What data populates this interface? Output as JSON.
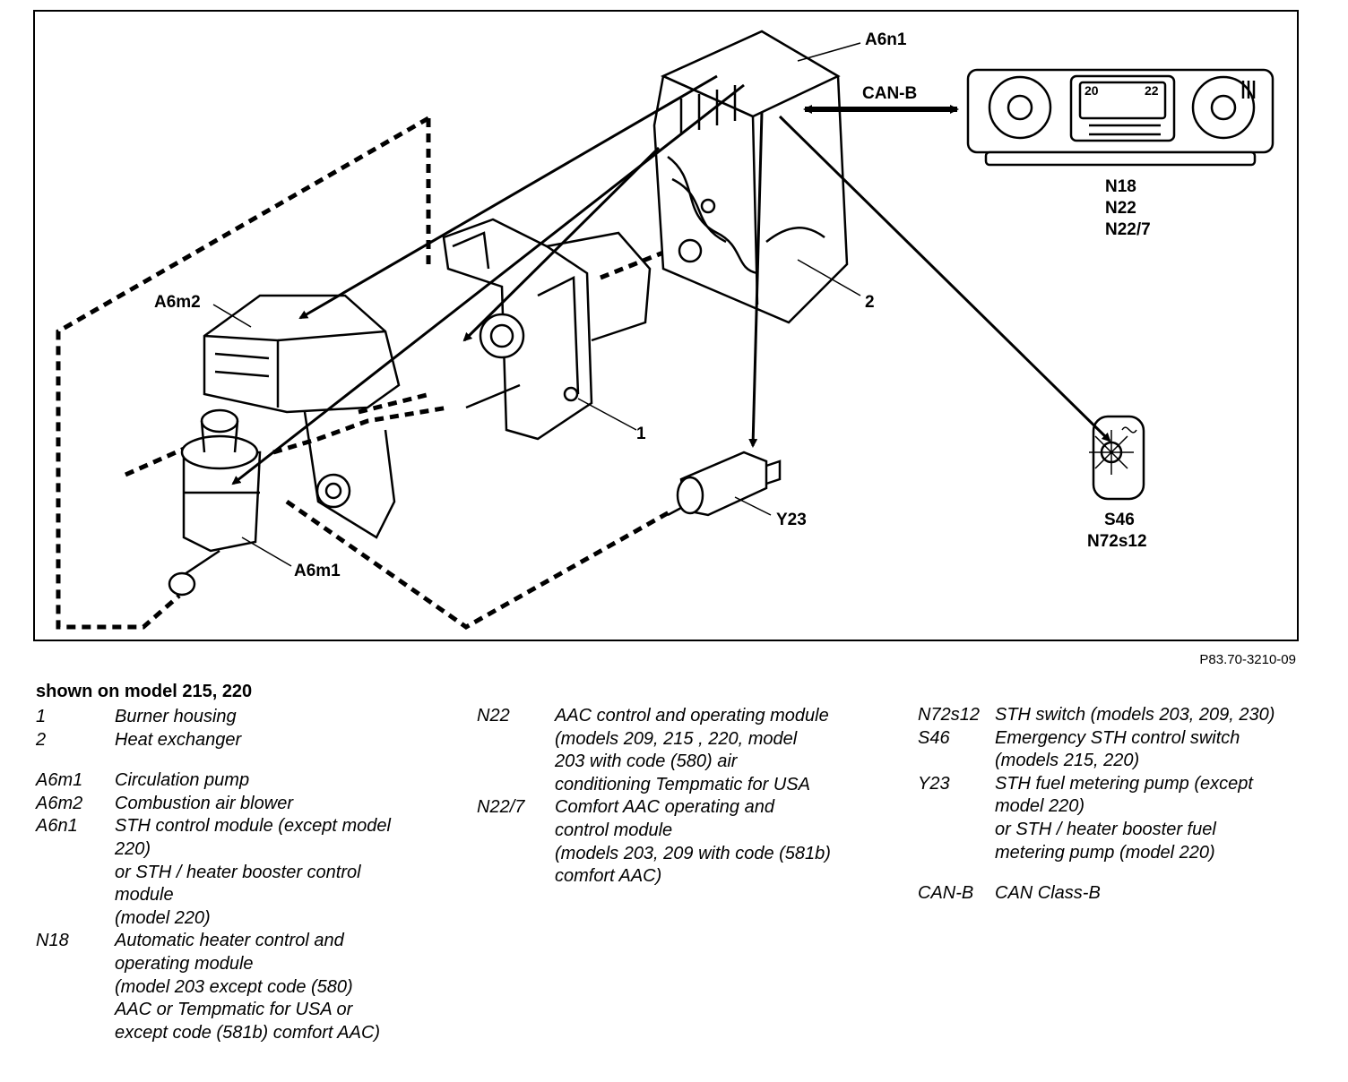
{
  "diagram": {
    "labels": {
      "a6n1": "A6n1",
      "canb": "CAN-B",
      "a6m2": "A6m2",
      "a6m1": "A6m1",
      "n1": "1",
      "n2": "2",
      "y23": "Y23",
      "n18": "N18",
      "n22": "N22",
      "n22_7": "N22/7",
      "s46": "S46",
      "n72s12": "N72s12"
    },
    "panel": {
      "temp_left": "20",
      "temp_right": "22"
    }
  },
  "figure_id": "P83.70-3210-09",
  "caption": "shown on model 215, 220",
  "legend": {
    "col1": [
      {
        "code": "1",
        "desc": "Burner housing"
      },
      {
        "code": "2",
        "desc": "Heat exchanger"
      },
      {
        "code": "A6m1",
        "desc": "Circulation pump"
      },
      {
        "code": "A6m2",
        "desc": "Combustion air blower"
      },
      {
        "code": "A6n1",
        "desc": "STH control module (except model\n220)\nor STH / heater booster control\nmodule\n(model 220)"
      },
      {
        "code": "N18",
        "desc": "Automatic heater control and\noperating module\n(model 203 except code (580)\nAAC or Tempmatic for USA or\nexcept code (581b) comfort AAC)"
      }
    ],
    "col2": [
      {
        "code": "N22",
        "desc": "AAC control and operating module\n(models 209, 215 , 220, model\n203 with code (580) air\nconditioning Tempmatic for USA"
      },
      {
        "code": "N22/7",
        "desc": "Comfort AAC operating and\ncontrol module\n(models 203, 209 with code (581b)\ncomfort AAC)"
      }
    ],
    "col3": [
      {
        "code": "N72s12",
        "desc": "STH switch (models 203, 209, 230)"
      },
      {
        "code": "S46",
        "desc": "Emergency STH control switch\n(models 215, 220)"
      },
      {
        "code": "Y23",
        "desc": "STH fuel metering pump (except\nmodel 220)\nor STH / heater booster fuel\nmetering pump (model 220)"
      },
      {
        "code": "CAN-B",
        "desc": "CAN Class-B"
      }
    ]
  }
}
